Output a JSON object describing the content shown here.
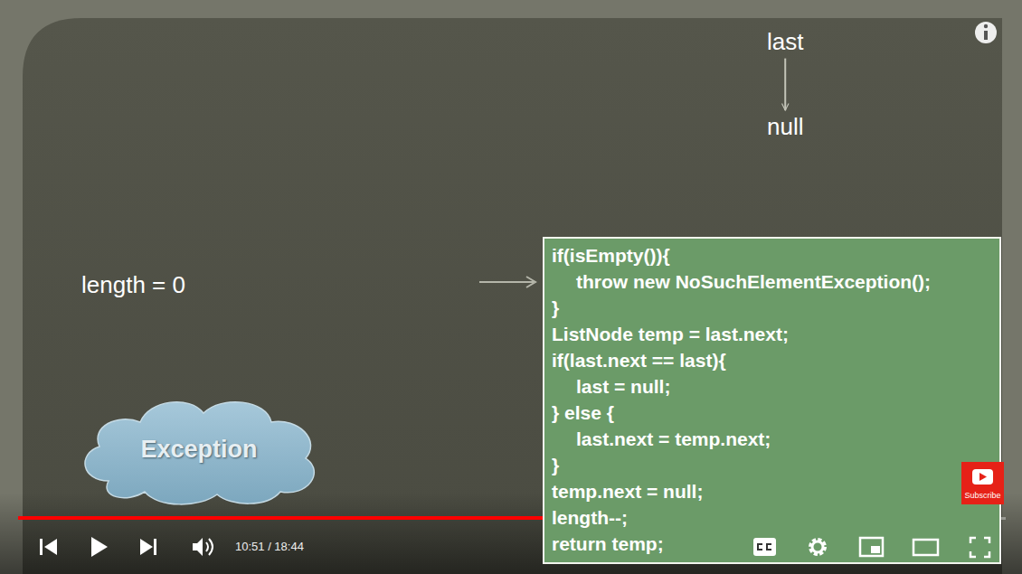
{
  "diagram": {
    "nodes": [
      {
        "text": [
          "last"
        ]
      },
      {
        "text": [
          "null"
        ]
      },
      {
        "text": [
          "if(isEmpty()){",
          "throw new NoSuchElementException();",
          "}",
          "ListNode temp = last.next;",
          "if(last.next == last){",
          "last = null;",
          "} else {",
          "last.next = temp.next;",
          "}",
          "temp.next = null;",
          "length--;",
          "return temp;"
        ]
      },
      {
        "text": [
          "Exception"
        ]
      }
    ],
    "edges": [
      {
        "from": 0,
        "to": 1,
        "arrow": "to"
      }
    ],
    "labels": [
      "length = 0",
      "10:51 / 18:44",
      "Subscribe"
    ]
  }
}
